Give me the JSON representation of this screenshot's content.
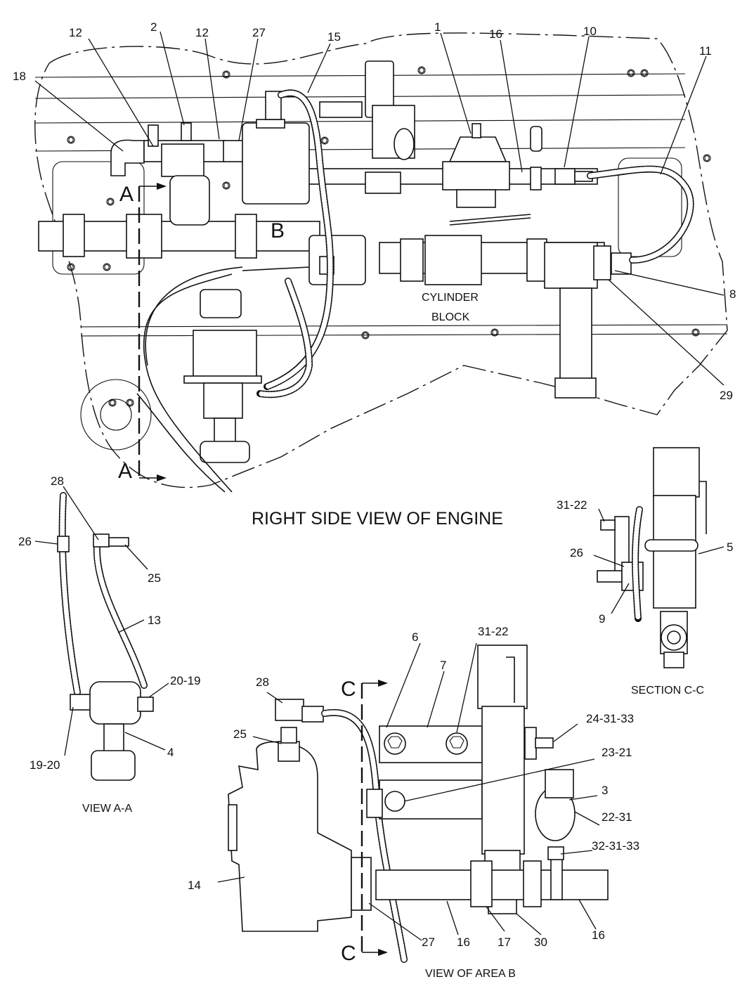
{
  "diagram": {
    "main_view": {
      "caption": "RIGHT SIDE VIEW OF ENGINE",
      "block_label": [
        "CYLINDER",
        "BLOCK"
      ],
      "section_marks": {
        "a_top": "A",
        "a_bottom": "A",
        "b": "B"
      },
      "callouts": {
        "c12a": "12",
        "c2": "2",
        "c12b": "12",
        "c27": "27",
        "c15": "15",
        "c18": "18",
        "c1": "1",
        "c16": "16",
        "c10": "10",
        "c11": "11",
        "c8": "8",
        "c29": "29"
      }
    },
    "view_aa": {
      "caption": "VIEW A-A",
      "callouts": {
        "c28": "28",
        "c26": "26",
        "c25": "25",
        "c13": "13",
        "c20_19": "20-19",
        "c19_20": "19-20",
        "c4": "4"
      }
    },
    "section_cc": {
      "caption": "SECTION C-C",
      "callouts": {
        "c31_22": "31-22",
        "c26": "26",
        "c5": "5",
        "c9": "9"
      }
    },
    "view_area_b": {
      "caption": "VIEW OF AREA B",
      "section_marks": {
        "c_top": "C",
        "c_bottom": "C"
      },
      "callouts": {
        "c6": "6",
        "c7": "7",
        "c31_22": "31-22",
        "c28": "28",
        "c25": "25",
        "c24_31_33": "24-31-33",
        "c23_21": "23-21",
        "c3": "3",
        "c22_31": "22-31",
        "c32_31_33": "32-31-33",
        "c14": "14",
        "c27": "27",
        "c16a": "16",
        "c17": "17",
        "c30": "30",
        "c16b": "16"
      }
    }
  }
}
